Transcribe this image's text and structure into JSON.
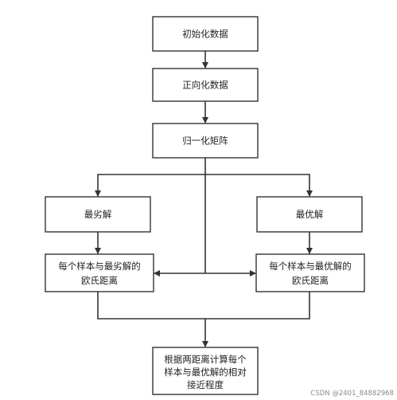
{
  "diagram": {
    "nodes": {
      "init": "初始化数据",
      "positive": "正向化数据",
      "normalize": "归一化矩阵",
      "worst": "最劣解",
      "best": "最优解",
      "dist_worst_line1": "每个样本与最劣解的",
      "dist_worst_line2": "欧氏距离",
      "dist_best_line1": "每个样本与最优解的",
      "dist_best_line2": "欧氏距离",
      "result_line1": "根据两距离计算每个",
      "result_line2": "样本与最优解的相对",
      "result_line3": "接近程度"
    }
  },
  "watermark": "CSDN @2401_84882968"
}
